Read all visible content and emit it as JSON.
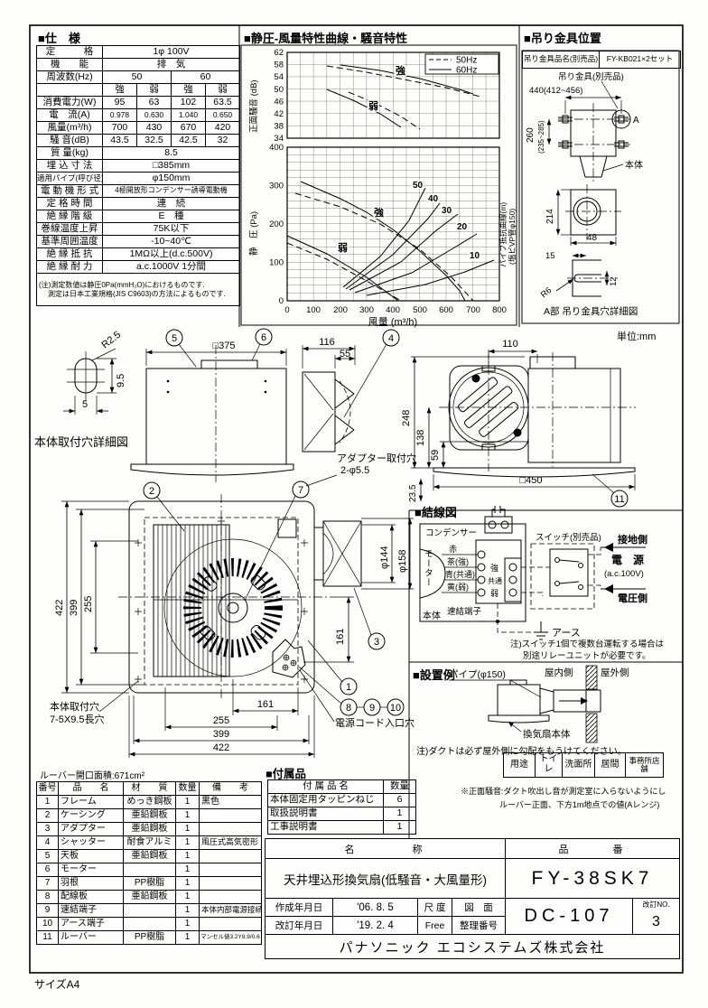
{
  "page": {
    "size": "サイズA4",
    "unit": "単位:mm"
  },
  "spec": {
    "title": "■仕　様",
    "rated_l": "定　　　格",
    "rated_v": "1φ 100V",
    "func_l": "機　　能",
    "func_v": "排　気",
    "freq_l": "周波数(Hz)",
    "freq_50": "50",
    "freq_60": "60",
    "s1": "強",
    "w1": "弱",
    "s2": "強",
    "w2": "弱",
    "power_l": "消費電力(W)",
    "power": [
      "95",
      "63",
      "102",
      "63.5"
    ],
    "curr_l": "電　流(A)",
    "curr": [
      "0.978",
      "0.630",
      "1.040",
      "0.650"
    ],
    "flow_l": "風量(m³/h)",
    "flow": [
      "700",
      "430",
      "670",
      "420"
    ],
    "noise_l": "騒 音(dB)",
    "noise": [
      "43.5",
      "32.5",
      "42.5",
      "32"
    ],
    "mass_l": "質 量(kg)",
    "mass_v": "8.5",
    "embed_l": "埋 込 寸 法",
    "embed_v": "□385mm",
    "pipe_l": "適用パイプ(呼び径)",
    "pipe_v": "φ150mm",
    "motor_l": "電 動 機 形 式",
    "motor_v": "4極開放形コンデンサー誘導電動機",
    "time_l": "定 格 時 間",
    "time_v": "連　続",
    "ins_l": "絶 縁 階 級",
    "ins_v": "E　種",
    "wind_l": "巻線温度上昇",
    "wind_v": "75K以下",
    "amb_l": "基準周囲温度",
    "amb_v": "-10~40℃",
    "res_l": "絶 縁 抵 抗",
    "res_v": "1MΩ以上(d.c.500V)",
    "diel_l": "絶 縁 耐 力",
    "diel_v": "a.c.1000V 1分間",
    "note1": "(注)測定数値は静圧0Pa(mmH₂O)におけるものです.",
    "note2": "測定は日本工業規格(JIS C9603)の方法によるものです."
  },
  "chart": {
    "title": "■静圧-風量特性曲線・騒音特性",
    "leg50": "50Hz",
    "leg60": "60Hz",
    "noise_y": "正面騒音 (dB)",
    "press_y": "静　圧 (Pa)",
    "xlabel": "風量 (m³/h)",
    "pipe_label1": "パイプ抵抗曲線(m)",
    "pipe_label2": "(塩ビVP管φ150)",
    "strong": "強",
    "weak": "弱",
    "nt": [
      "62",
      "58",
      "54",
      "50",
      "46",
      "42",
      "38",
      "34"
    ],
    "pt": [
      "400",
      "300",
      "200",
      "100",
      "0"
    ],
    "xt": [
      "0",
      "100",
      "200",
      "300",
      "400",
      "500",
      "600",
      "700",
      "800"
    ],
    "pl": [
      "50",
      "40",
      "30",
      "20",
      "10"
    ]
  },
  "chart_data": [
    {
      "type": "line",
      "title": "騒音特性",
      "xlabel": "風量 (m³/h)",
      "ylabel": "正面騒音 (dB)",
      "xlim": [
        0,
        800
      ],
      "ylim": [
        34,
        62
      ],
      "yticks": [
        34,
        38,
        42,
        46,
        50,
        54,
        58,
        62
      ],
      "grid": true,
      "legend_position": "top-right",
      "legend": [
        "50Hz (破線)",
        "60Hz (実線)"
      ],
      "series": [
        {
          "name": "強 50Hz",
          "style": "dashed",
          "x": [
            150,
            300,
            450,
            600,
            730
          ],
          "y": [
            57.5,
            55.5,
            53,
            50.5,
            47.5
          ]
        },
        {
          "name": "強 60Hz",
          "style": "solid",
          "x": [
            200,
            350,
            500,
            650,
            700
          ],
          "y": [
            58,
            56,
            53.5,
            50,
            48.5
          ]
        },
        {
          "name": "弱 50Hz",
          "style": "dashed",
          "x": [
            230,
            330,
            430,
            500
          ],
          "y": [
            49,
            45.5,
            41,
            37
          ]
        },
        {
          "name": "弱 60Hz",
          "style": "solid",
          "x": [
            150,
            250,
            350,
            430
          ],
          "y": [
            50,
            46.5,
            42,
            37.5
          ]
        }
      ]
    },
    {
      "type": "line",
      "title": "静圧-風量特性曲線",
      "xlabel": "風量 (m³/h)",
      "ylabel": "静圧 (Pa)",
      "xlim": [
        0,
        800
      ],
      "ylim": [
        0,
        400
      ],
      "xticks": [
        0,
        100,
        200,
        300,
        400,
        500,
        600,
        700,
        800
      ],
      "yticks": [
        0,
        100,
        200,
        300,
        400
      ],
      "grid": true,
      "series": [
        {
          "name": "強 50Hz",
          "style": "dashed",
          "x": [
            30,
            200,
            350,
            500,
            620,
            700
          ],
          "y": [
            280,
            245,
            200,
            135,
            60,
            0
          ]
        },
        {
          "name": "強 60Hz",
          "style": "solid",
          "x": [
            50,
            200,
            300,
            400,
            500,
            600,
            670
          ],
          "y": [
            310,
            265,
            230,
            185,
            130,
            65,
            0
          ]
        },
        {
          "name": "弱 50Hz",
          "style": "dashed",
          "x": [
            0,
            150,
            300,
            430
          ],
          "y": [
            150,
            108,
            52,
            0
          ]
        },
        {
          "name": "弱 60Hz",
          "style": "solid",
          "x": [
            0,
            150,
            300,
            420
          ],
          "y": [
            170,
            122,
            62,
            0
          ]
        },
        {
          "name": "パイプ抵抗 50m",
          "style": "solid",
          "x": [
            210,
            350,
            460,
            520
          ],
          "y": [
            35,
            115,
            210,
            295
          ]
        },
        {
          "name": "パイプ抵抗 40m",
          "style": "solid",
          "x": [
            220,
            400,
            530,
            575
          ],
          "y": [
            30,
            120,
            215,
            255
          ]
        },
        {
          "name": "パイプ抵抗 30m",
          "style": "solid",
          "x": [
            235,
            430,
            560,
            645
          ],
          "y": [
            28,
            100,
            180,
            225
          ]
        },
        {
          "name": "パイプ抵抗 20m",
          "style": "solid",
          "x": [
            255,
            470,
            620,
            715
          ],
          "y": [
            22,
            72,
            135,
            175
          ]
        },
        {
          "name": "パイプ抵抗 10m",
          "style": "solid",
          "x": [
            300,
            520,
            670,
            780
          ],
          "y": [
            14,
            42,
            75,
            105
          ]
        }
      ]
    }
  ],
  "hanger": {
    "title": "■吊り金具位置",
    "head_l": "吊り金具品名(別売品)",
    "head_v": "FY-KB021×2セット",
    "bracket": "吊り金具(別売品)",
    "d440": "440(412~456)",
    "d260": "260",
    "d260b": "(235~285)",
    "a": "A",
    "body": "本体",
    "d214": "214",
    "d48": "48",
    "d15": "15",
    "d12": "12",
    "r6": "R6",
    "caption": "A部 吊り金具穴詳細図"
  },
  "dw": {
    "hole_cap": "本体取付穴詳細図",
    "r25": "R2.5",
    "d95": "9.5",
    "d5": "5",
    "d375": "□375",
    "d116": "116",
    "d55": "55",
    "adp1": "アダプター取付穴",
    "adp2": "2-φ5.5",
    "d110": "110",
    "d248": "248",
    "d138": "138",
    "d59": "59",
    "d450": "□450",
    "d422": "422",
    "d399": "399",
    "d255": "255",
    "d161": "161",
    "d161b": "161",
    "d255b": "255",
    "d399b": "399",
    "d422b": "422",
    "d235": "23.5",
    "d144": "φ144",
    "d158": "φ158",
    "mount1": "本体取付穴",
    "mount2": "7-5X9.5長穴",
    "cord": "電源コード入口穴",
    "area": "ルーバー開口面積:671cm²",
    "b1": "1",
    "b2": "2",
    "b3": "3",
    "b4": "4",
    "b5": "5",
    "b6": "6",
    "b7": "7",
    "b8": "8",
    "b9": "9",
    "b10": "10",
    "b11": "11"
  },
  "wiring": {
    "title": "■結線図",
    "cond": "コンデンサー",
    "motor": "モーター",
    "body": "本体",
    "red": "赤",
    "brown": "茶(強)",
    "blue": "青(共通)",
    "yellow": "黄(弱)",
    "strong": "強",
    "common": "共通",
    "weak": "弱",
    "quick": "速結端子",
    "switch": "スイッチ(別売品)",
    "gnd_side": "接地側",
    "power": "電　源",
    "volt": "(a.c.100V)",
    "volt_side": "電圧側",
    "earth": "アース",
    "note1": "注)スイッチ1個で複数台運転する場合は",
    "note2": "別途リレーユニットが必要です。"
  },
  "inst": {
    "title": "■設置例",
    "pipe": "パイプ(φ150)",
    "indoor": "屋内側",
    "outdoor": "屋外側",
    "body": "換気扇本体",
    "note": "注)ダクトは必ず屋外側に勾配をもうけてください。",
    "use_h": "用途",
    "use": [
      "トイレ",
      "洗面所",
      "居間",
      "事務所店舗"
    ],
    "nn1": "※正面騒音:ダクト吹出し音が測定室に入らないようにし",
    "nn2": "ルーバー正面、下方1m地点での値(Aレンジ)"
  },
  "parts": {
    "h": [
      "番号",
      "品　　名",
      "材　　質",
      "数量",
      "備　　考"
    ],
    "rows": [
      [
        "1",
        "フレーム",
        "めっき鋼板",
        "1",
        "黒色"
      ],
      [
        "2",
        "ケーシング",
        "亜鉛鋼板",
        "1",
        ""
      ],
      [
        "3",
        "アダプター",
        "亜鉛鋼板",
        "1",
        ""
      ],
      [
        "4",
        "シャッター",
        "耐食アルミ",
        "1",
        "風圧式高気密形"
      ],
      [
        "5",
        "天板",
        "亜鉛鋼板",
        "1",
        ""
      ],
      [
        "6",
        "モーター",
        "",
        "1",
        ""
      ],
      [
        "7",
        "羽根",
        "PP樹脂",
        "1",
        ""
      ],
      [
        "8",
        "配線板",
        "亜鉛鋼板",
        "1",
        ""
      ],
      [
        "9",
        "速結端子",
        "",
        "1",
        "本体内部電源接続"
      ],
      [
        "10",
        "アース端子",
        "",
        "1",
        ""
      ],
      [
        "11",
        "ルーバー",
        "PP樹脂",
        "1",
        "マンセル値3.2Y8.9/0.6"
      ]
    ]
  },
  "acc": {
    "title": "■付属品",
    "h1": "付 属 品 名",
    "h2": "数量",
    "rows": [
      [
        "本体固定用タッピンねじ",
        "6"
      ],
      [
        "取扱説明書",
        "1"
      ],
      [
        "工事説明書",
        "1"
      ]
    ]
  },
  "tb": {
    "name_l": "名　　　　称",
    "name_v": "天井埋込形換気扇(低騒音・大風量形)",
    "pn_l": "品　　　番",
    "pn_v": "FY-38SK7",
    "made_l": "作成年月日",
    "made_v": "'06.  8.  5",
    "scale_l": "尺 度",
    "scale_v": "Free",
    "dwg_l": "図　面",
    "num_l": "整理番号",
    "rev_l": "改訂年月日",
    "rev_v": "'19.  2.  4",
    "doc": "DC-107",
    "revno_l": "改訂NO.",
    "revno_v": "3",
    "company": "パナソニック エコシステムズ株式会社"
  }
}
